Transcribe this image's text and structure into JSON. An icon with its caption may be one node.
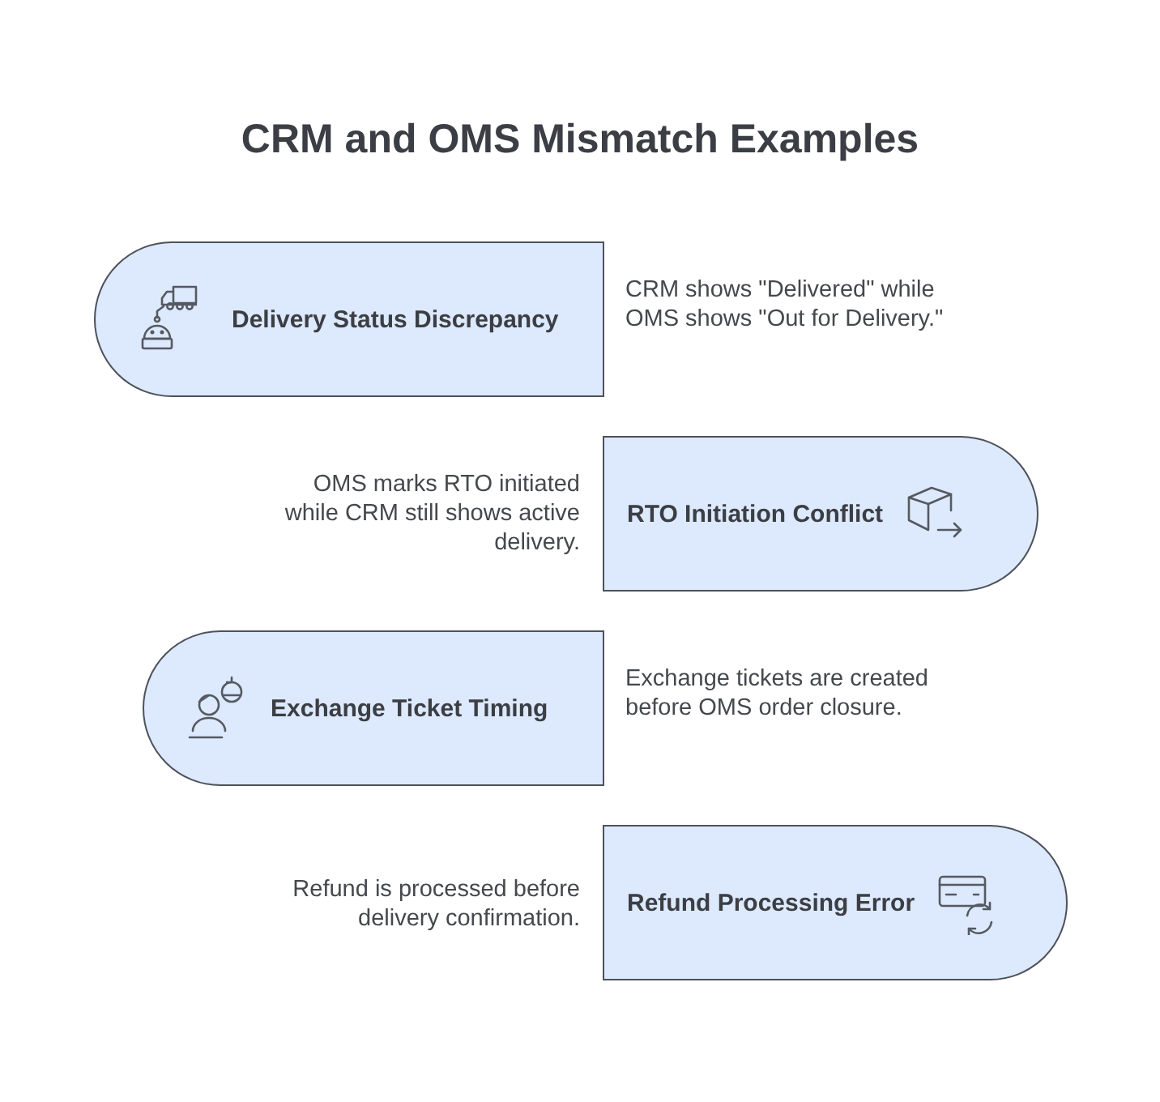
{
  "diagram": {
    "title": "CRM and OMS Mismatch Examples",
    "nodes": [
      {
        "text": [
          "Delivery Status Discrepancy"
        ],
        "beside": [
          "CRM shows \"Delivered\" while OMS shows \"Out for Delivery.\""
        ]
      },
      {
        "text": [
          "RTO Initiation Conflict"
        ],
        "beside": [
          "OMS marks RTO initiated while CRM still shows active delivery."
        ]
      },
      {
        "text": [
          "Exchange Ticket Timing"
        ],
        "beside": [
          "Exchange tickets are created before OMS order closure."
        ]
      },
      {
        "text": [
          "Refund Processing Error"
        ],
        "beside": [
          "Refund is processed before delivery confirmation."
        ]
      }
    ],
    "edges": []
  }
}
